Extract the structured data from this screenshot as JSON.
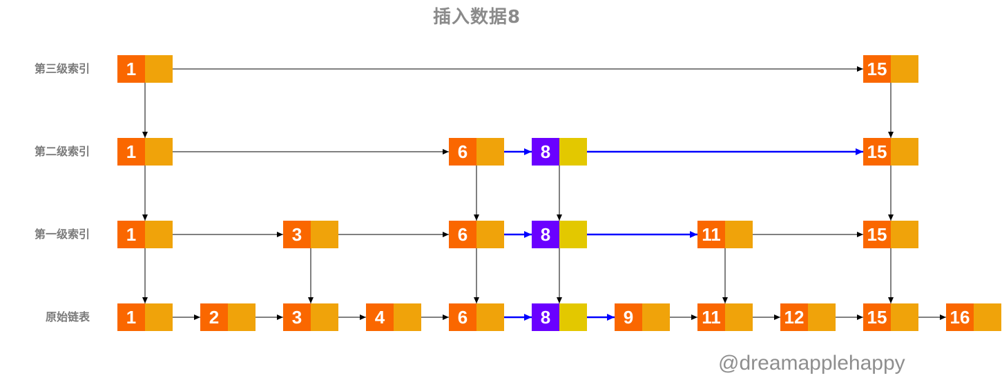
{
  "title": "插入数据8",
  "watermark": "@dreamapplehappy",
  "levels": [
    {
      "label": "第三级索引",
      "keys": [
        "1",
        "15"
      ]
    },
    {
      "label": "第二级索引",
      "keys": [
        "1",
        "6",
        "8",
        "15"
      ]
    },
    {
      "label": "第一级索引",
      "keys": [
        "1",
        "3",
        "6",
        "8",
        "11",
        "15"
      ]
    },
    {
      "label": "原始链表",
      "keys": [
        "1",
        "2",
        "3",
        "4",
        "6",
        "8",
        "9",
        "11",
        "12",
        "15",
        "16"
      ]
    }
  ],
  "inserted_key": "8",
  "colors": {
    "node_key": "#fa6700",
    "node_pointer": "#f0a30a",
    "new_node_key": "#6a00ff",
    "new_node_pointer": "#e3c800",
    "new_link": "#0000ff",
    "link": "#000000"
  }
}
